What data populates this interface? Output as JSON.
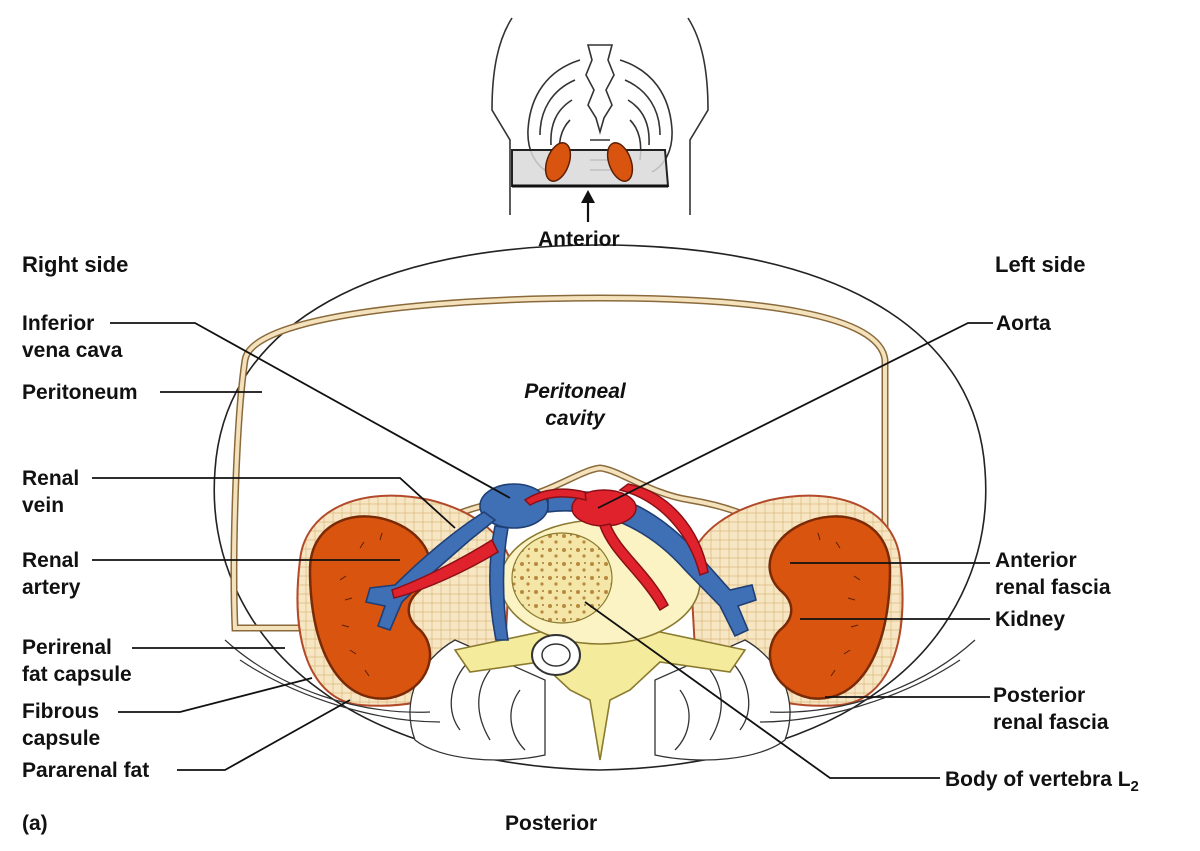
{
  "labels": {
    "anterior": "Anterior",
    "posterior": "Posterior",
    "right_side": "Right side",
    "left_side": "Left side",
    "panel": "(a)",
    "ivc": {
      "line1": "Inferior",
      "line2": "vena cava"
    },
    "peritoneum": "Peritoneum",
    "renal_vein": {
      "line1": "Renal",
      "line2": "vein"
    },
    "renal_artery": {
      "line1": "Renal",
      "line2": "artery"
    },
    "perirenal_fat": {
      "line1": "Perirenal",
      "line2": "fat capsule"
    },
    "fibrous_capsule": {
      "line1": "Fibrous",
      "line2": "capsule"
    },
    "pararenal_fat": "Pararenal fat",
    "aorta": "Aorta",
    "peritoneal_cavity": {
      "line1": "Peritoneal",
      "line2": "cavity"
    },
    "anterior_renal_fascia": {
      "line1": "Anterior",
      "line2": "renal fascia"
    },
    "kidney": "Kidney",
    "posterior_renal_fascia": {
      "line1": "Posterior",
      "line2": "renal fascia"
    },
    "vertebra": {
      "text": "Body of vertebra L",
      "sub": "2"
    }
  },
  "colors": {
    "kidney": "#d9540f",
    "kidney_outline": "#7a2a06",
    "vein": "#3f6fb5",
    "artery": "#e0222d",
    "fat": "#f6e4c0",
    "bone": "#f4ec9c",
    "peritoneum": "#f2dfb8",
    "fascia": "#b24a2a"
  }
}
